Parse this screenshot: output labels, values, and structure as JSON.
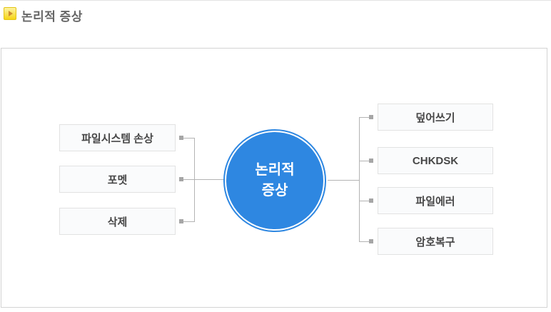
{
  "header": {
    "title": "논리적 증상",
    "icon": "play-badge-icon"
  },
  "diagram": {
    "center": {
      "label_line1": "논리적",
      "label_line2": "증상"
    },
    "left_nodes": [
      {
        "label": "파일시스템 손상"
      },
      {
        "label": "포멧"
      },
      {
        "label": "삭제"
      }
    ],
    "right_nodes": [
      {
        "label": "덮어쓰기"
      },
      {
        "label": "CHKDSK"
      },
      {
        "label": "파일에러"
      },
      {
        "label": "암호복구"
      }
    ]
  },
  "colors": {
    "accent_blue": "#2e87e1",
    "icon_yellow": "#f6d414",
    "icon_triangle_orange": "#cd8c2f",
    "connector_gray": "#b3b3b3",
    "dot_gray": "#a6a6a6",
    "node_border": "#e2e2e2",
    "node_fill": "#fafbfc",
    "panel_border": "#d3d3d3",
    "title_gray": "#666666"
  }
}
